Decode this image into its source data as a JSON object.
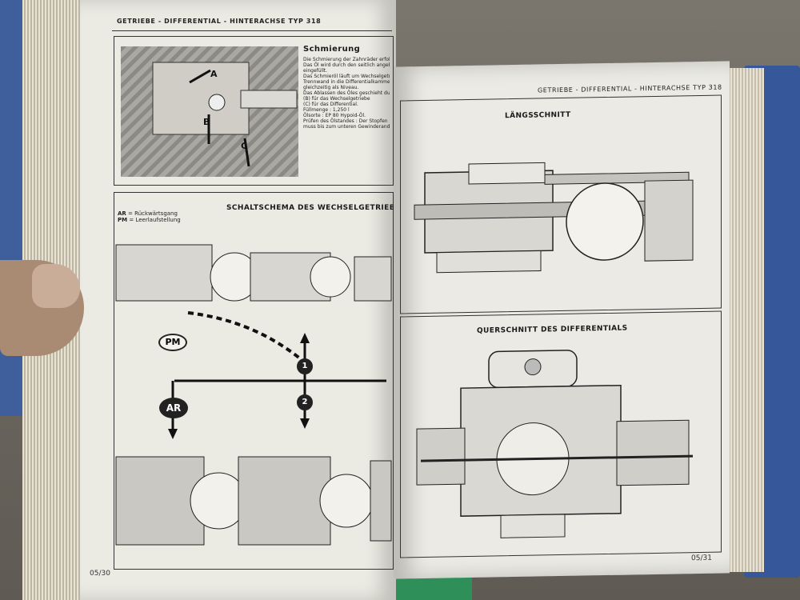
{
  "left_page": {
    "header": "GETRIEBE - DIFFERENTIAL - HINTERACHSE TYP 318",
    "photo_labels": [
      "A",
      "B",
      "C"
    ],
    "lubrication": {
      "title": "Schmierung",
      "lines": [
        "Die Schmierung der Zahnräder erfolgt durch",
        "Das Öl wird durch den seitlich angebrachten",
        "eingefüllt.",
        "Das Schmieröl läuft um Wechselgetriebe und",
        "Trennwand in die Differentialkammer",
        "gleichzeitig als Niveau.",
        "Das Ablassen des Öles geschieht durch",
        "(B) für das Wechselgetriebe",
        "(C) für das Differential.",
        "Füllmenge : 1,250 l",
        "Ölsorte : EP 80 Hypoid-Öl.",
        "Prüfen des Ölstandes : Der Stopfen (A)",
        "muss bis zum unteren Gewinderand"
      ]
    },
    "schema": {
      "title": "SCHALTSCHEMA DES WECHSELGETRIEBES",
      "legend": [
        {
          "key": "AR",
          "value": "Rückwärtsgang"
        },
        {
          "key": "PM",
          "value": "Leerlaufstellung"
        }
      ],
      "diagram_labels": {
        "pm": "PM",
        "ar": "AR",
        "gear1": "1",
        "gear2": "2"
      }
    },
    "page_number": "05/30"
  },
  "right_page": {
    "header": "GETRIEBE - DIFFERENTIAL - HINTERACHSE TYP 318",
    "section1_title": "LÄNGSSCHNITT",
    "section2_title": "QUERSCHNITT DES DIFFERENTIALS",
    "page_number": "05/31"
  }
}
